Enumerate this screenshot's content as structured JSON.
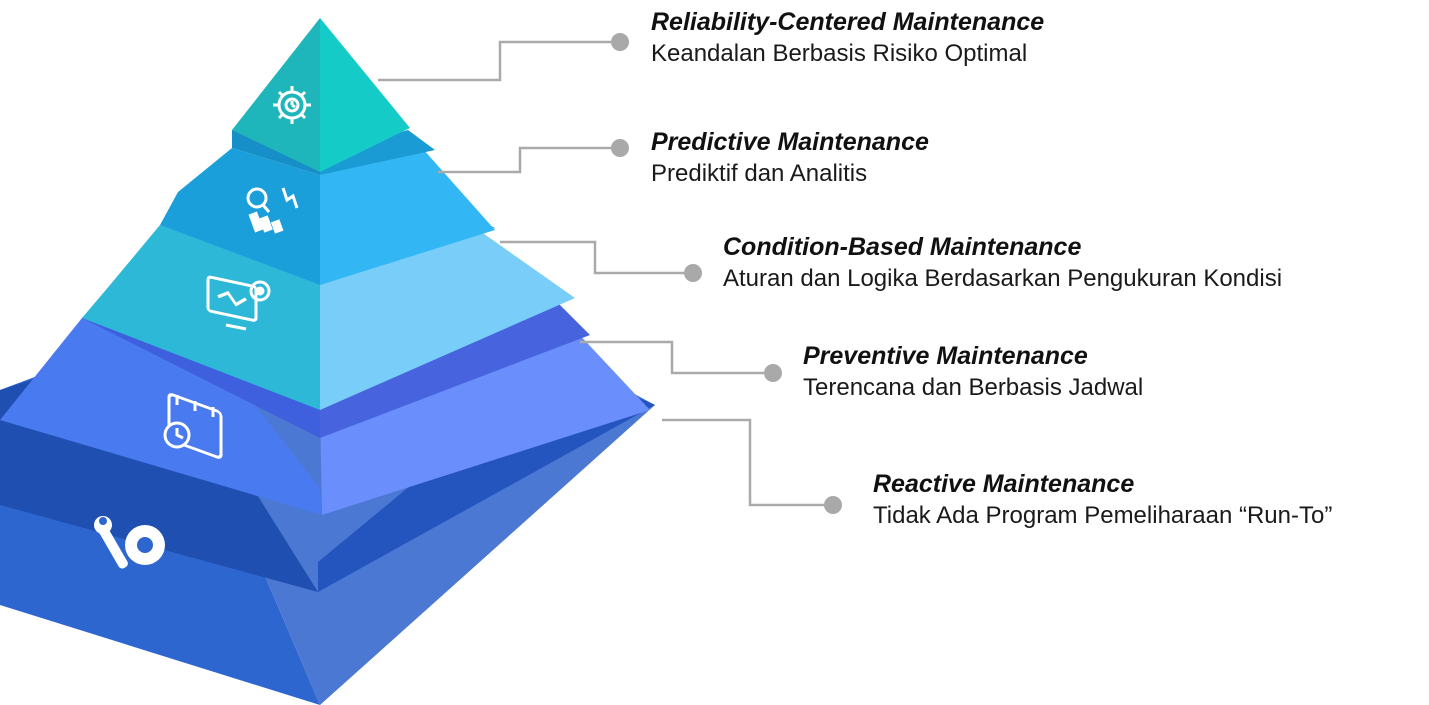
{
  "tiers": [
    {
      "id": "rcm",
      "title": "Reliability-Centered Maintenance",
      "description": "Keandalan Berbasis Risiko Optimal",
      "icon": "gear-clock-icon",
      "colors": {
        "left": "#1FB6BB",
        "right": "#14CBC8",
        "band": "#0FA8AD"
      }
    },
    {
      "id": "pdm",
      "title": "Predictive Maintenance",
      "description": "Prediktif dan Analitis",
      "icon": "analytics-magnifier-icon",
      "colors": {
        "left": "#1B9FDA",
        "right": "#33B7F4",
        "band": "#168FC8"
      }
    },
    {
      "id": "cbm",
      "title": "Condition-Based Maintenance",
      "description": "Aturan dan Logika Berdasarkan Pengukuran Kondisi",
      "icon": "monitor-gear-icon",
      "colors": {
        "left": "#2EB8D8",
        "right": "#78CDF9",
        "band": "#1FA3C4"
      }
    },
    {
      "id": "pvm",
      "title": "Preventive Maintenance",
      "description": "Terencana dan Berbasis Jadwal",
      "icon": "calendar-clock-icon",
      "colors": {
        "left": "#4A7AF0",
        "right": "#6A8EFB",
        "band": "#3E5FDE"
      }
    },
    {
      "id": "rm",
      "title": "Reactive Maintenance",
      "description": "Tidak Ada Program Pemeliharaan “Run-To”",
      "icon": "wrench-gear-icon",
      "colors": {
        "left": "#2E66CF",
        "right": "#4A78D3",
        "band": "#1F4FB0"
      }
    }
  ],
  "connector_color": "#AAAAAA",
  "dot_color": "#A9A9A9"
}
